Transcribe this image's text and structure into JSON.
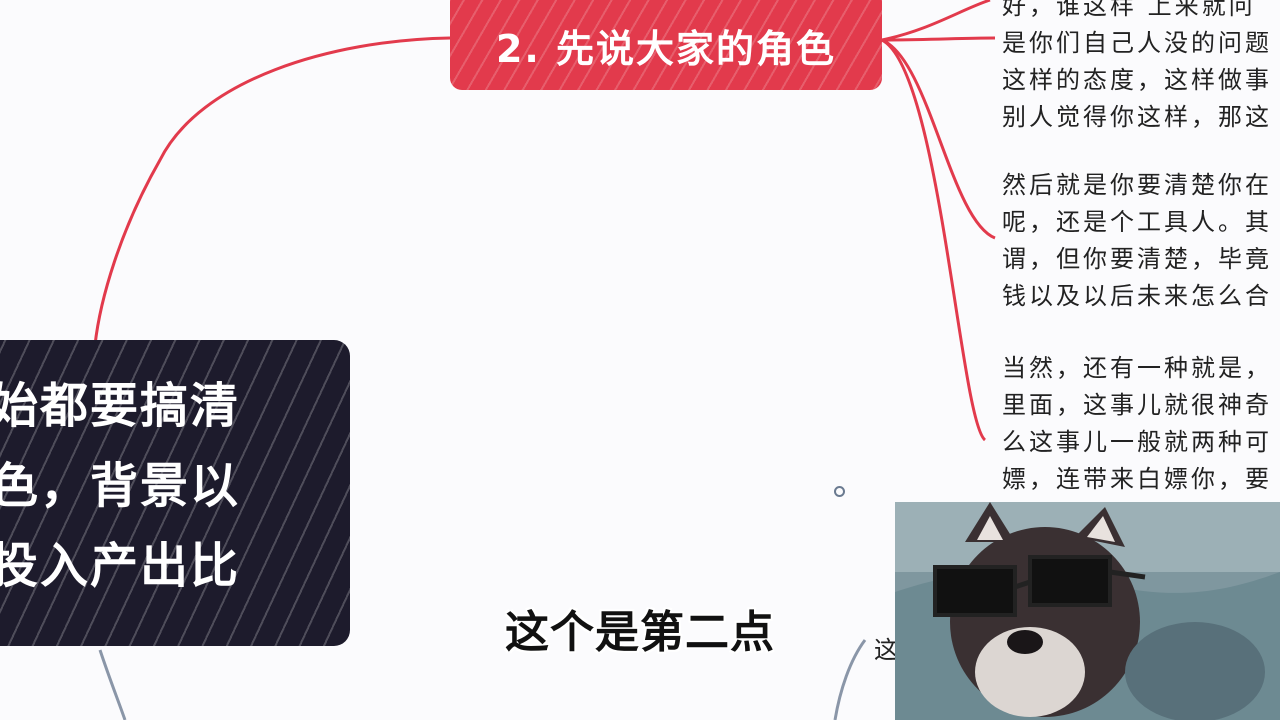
{
  "red_node": {
    "label": "2. 先说大家的角色"
  },
  "dark_node": {
    "lines": [
      "始都要搞清",
      "色，背景以",
      "投入产出比"
    ]
  },
  "right_block_1": {
    "lines": [
      "好，谁这样   上来就问",
      "是你们自己人没的问题",
      "这样的态度，这样做事",
      "别人觉得你这样，那这"
    ]
  },
  "right_block_2": {
    "lines": [
      "然后就是你要清楚你在",
      "呢，还是个工具人。其",
      "谓，但你要清楚，毕竟",
      "钱以及以后未来怎么合"
    ]
  },
  "right_block_3": {
    "lines": [
      "当然，还有一种就是，",
      "里面，这事儿就很神奇",
      "么这事儿一般就两种可",
      "嫖，连带来白嫖你，要"
    ]
  },
  "subtitle": {
    "text": "这个是第二点"
  },
  "fragment": {
    "text": "这"
  },
  "colors": {
    "accent_red": "#e23a4c",
    "dark_node": "#1d1b2c",
    "background": "#fbfbfd"
  }
}
